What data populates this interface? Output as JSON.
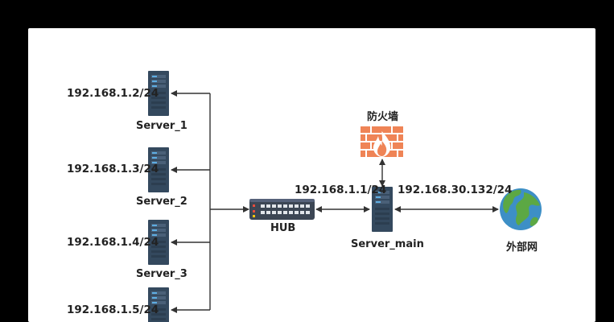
{
  "servers": [
    {
      "name": "Server_1",
      "ip": "192.168.1.2/24"
    },
    {
      "name": "Server_2",
      "ip": "192.168.1.3/24"
    },
    {
      "name": "Server_3",
      "ip": "192.168.1.4/24"
    },
    {
      "name": "",
      "ip": "192.168.1.5/24"
    }
  ],
  "hub": {
    "label": "HUB"
  },
  "server_main": {
    "label": "Server_main",
    "lan_ip": "192.168.1.1/24",
    "wan_ip": "192.168.30.132/24"
  },
  "firewall": {
    "label": "防火墙"
  },
  "internet": {
    "label": "外部网"
  },
  "colors": {
    "server_body": "#34495e",
    "firewall": "#ef8456",
    "globe_ocean": "#3d8fc6",
    "globe_land": "#5ca844",
    "hub": "#3c4654",
    "line": "#333333"
  }
}
